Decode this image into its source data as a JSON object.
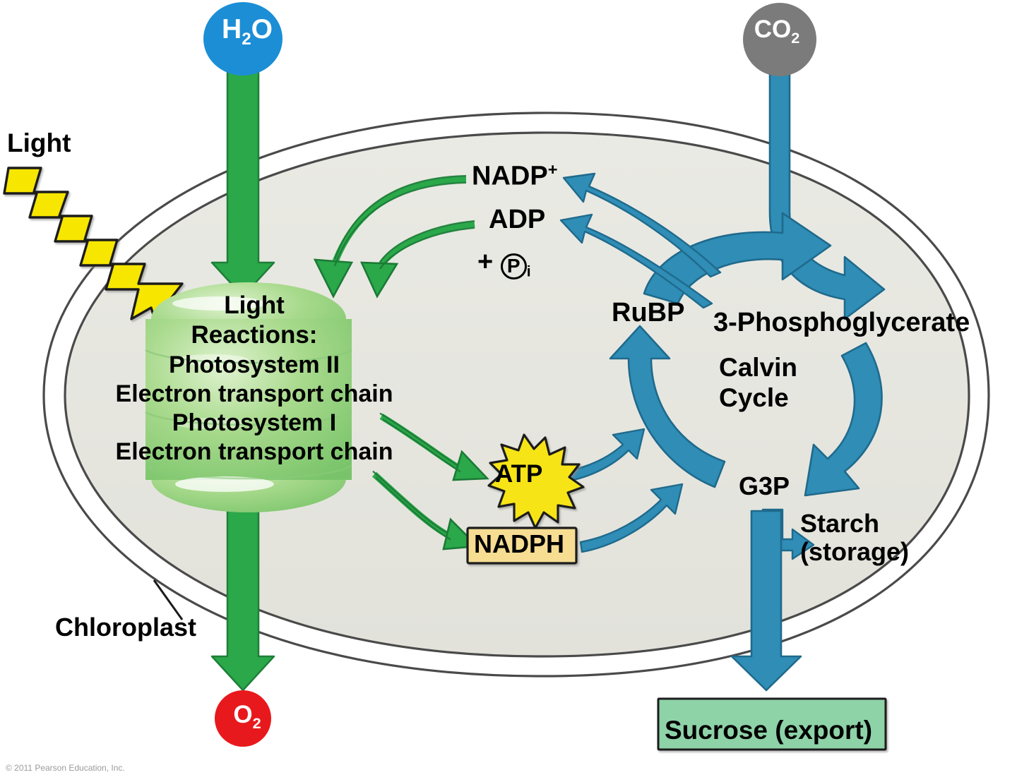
{
  "figure": {
    "title": "Photosynthesis overview in a chloroplast",
    "copyright": "© 2011 Pearson Education, Inc."
  },
  "inputs": {
    "light": "Light",
    "water": {
      "formula": "H",
      "sub": "2",
      "rest": "O",
      "full": "H2O",
      "color": "#1b8ed6"
    },
    "co2": {
      "formula": "CO",
      "sub": "2",
      "full": "CO2",
      "color": "#7b7b7b"
    }
  },
  "outputs": {
    "oxygen": {
      "formula": "O",
      "sub": "2",
      "full": "O2",
      "color": "#e8191c"
    },
    "sucrose": {
      "label": "Sucrose (export)",
      "color": "#8ed2a8"
    },
    "starch": {
      "line1": "Starch",
      "line2": "(storage)"
    }
  },
  "organelle": {
    "label": "Chloroplast",
    "fill": "#e6e6e0",
    "stroke": "#4a4a4a"
  },
  "light_reactions": {
    "line1": "Light",
    "line2": "Reactions:",
    "line3": "Photosystem II",
    "line4": "Electron transport chain",
    "line5": "Photosystem I",
    "line6": "Electron transport chain",
    "color": "#8ed17a"
  },
  "carriers": {
    "nadp_plus": {
      "base": "NADP",
      "charge": "+"
    },
    "adp": "ADP",
    "phosphate_prefix": "+",
    "phosphate_symbol": "P",
    "phosphate_sub": "i",
    "atp": {
      "label": "ATP",
      "color": "#f7e415"
    },
    "nadph": {
      "label": "NADPH",
      "color": "#f6dd92"
    }
  },
  "calvin_cycle": {
    "label_line1": "Calvin",
    "label_line2": "Cycle",
    "rubp": "RuBP",
    "pga": "3-Phosphoglycerate",
    "g3p": "G3P",
    "arrow_color": "#2e8cb5"
  },
  "colors": {
    "green_arrow": "#22a14a",
    "blue_arrow": "#2f8db6",
    "light_bolt": "#f6e500",
    "text": "#000000",
    "background": "#ffffff"
  }
}
